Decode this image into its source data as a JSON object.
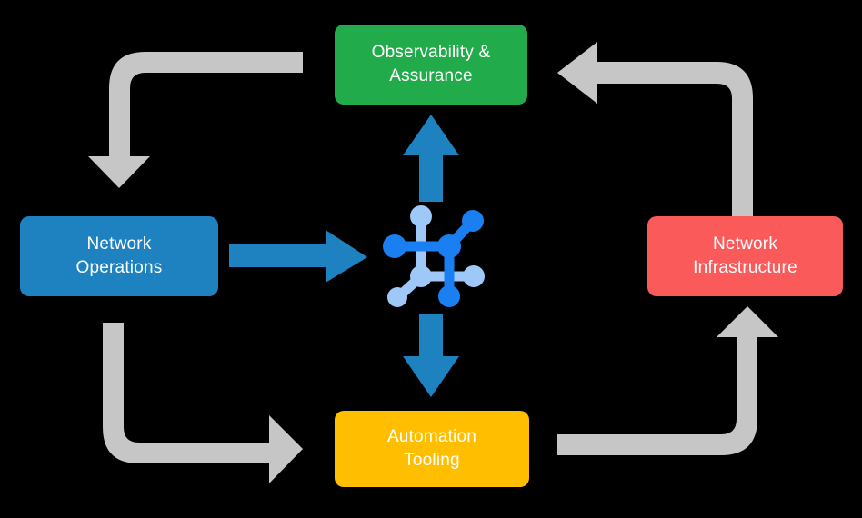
{
  "diagram": {
    "title": "Network automation lifecycle cycle diagram",
    "background_color": "#000000",
    "center_icon": {
      "name": "network-topology-icon",
      "primary_color": "#1a7ff0",
      "secondary_color": "#9dc8f7"
    },
    "nodes": [
      {
        "id": "observability",
        "label": "Observability &\nAssurance",
        "color": "#22ab4b",
        "text_color": "#ffffff",
        "position": "top"
      },
      {
        "id": "operations",
        "label": "Network\nOperations",
        "color": "#1f82c0",
        "text_color": "#ffffff",
        "position": "left"
      },
      {
        "id": "infrastructure",
        "label": "Network\nInfrastructure",
        "color": "#fb5a5a",
        "text_color": "#ffffff",
        "position": "right"
      },
      {
        "id": "automation",
        "label": "Automation\nTooling",
        "color": "#ffbf00",
        "text_color": "#ffffff",
        "position": "bottom"
      }
    ],
    "arrows": [
      {
        "id": "center-to-observability",
        "from": "center",
        "to": "observability",
        "color": "#1f82c0",
        "style": "straight-up"
      },
      {
        "id": "operations-to-center",
        "from": "operations",
        "to": "center",
        "color": "#1f82c0",
        "style": "straight-right"
      },
      {
        "id": "center-to-automation",
        "from": "center",
        "to": "automation",
        "color": "#1f82c0",
        "style": "straight-down"
      },
      {
        "id": "observability-to-operations",
        "from": "observability",
        "to": "operations",
        "color": "#c6c6c6",
        "style": "elbow-left-down"
      },
      {
        "id": "infrastructure-to-observability",
        "from": "infrastructure",
        "to": "observability",
        "color": "#c6c6c6",
        "style": "elbow-up-left"
      },
      {
        "id": "operations-to-automation",
        "from": "operations",
        "to": "automation",
        "color": "#c6c6c6",
        "style": "elbow-down-right"
      },
      {
        "id": "automation-to-infrastructure",
        "from": "automation",
        "to": "infrastructure",
        "color": "#c6c6c6",
        "style": "elbow-right-up"
      }
    ]
  }
}
